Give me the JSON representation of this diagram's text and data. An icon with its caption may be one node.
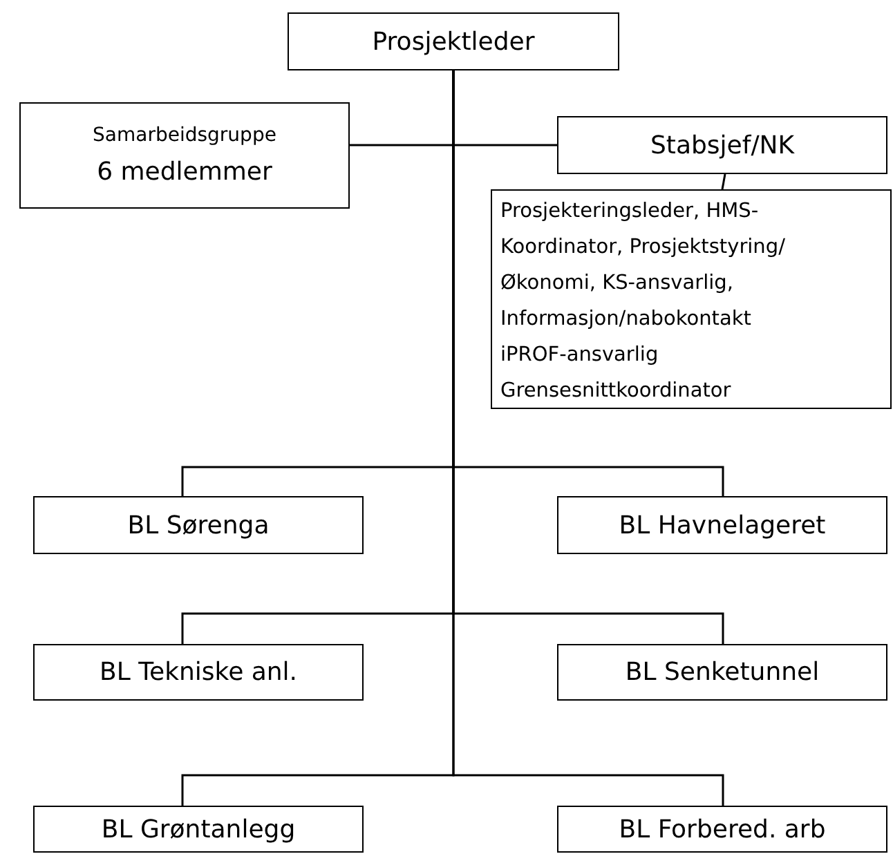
{
  "diagram": {
    "nodes": [
      {
        "text": [
          "Prosjektleder"
        ]
      },
      {
        "text": [
          "Samarbeidsgruppe",
          "6 medlemmer"
        ]
      },
      {
        "text": [
          "Stabsjef/NK"
        ]
      },
      {
        "text": [
          "Prosjekteringsleder, HMS-",
          "Koordinator, Prosjektstyring/",
          "Økonomi, KS-ansvarlig,",
          "Informasjon/nabokontakt",
          "iPROF-ansvarlig",
          "Grensesnittkoordinator"
        ]
      },
      {
        "text": [
          "BL Sørenga"
        ]
      },
      {
        "text": [
          "BL Havnelageret"
        ]
      },
      {
        "text": [
          "BL Tekniske anl."
        ]
      },
      {
        "text": [
          "BL Senketunnel"
        ]
      },
      {
        "text": [
          "BL Grøntanlegg"
        ]
      },
      {
        "text": [
          "BL Forbered. arb"
        ]
      }
    ],
    "edges": [
      {
        "from": 0,
        "to": 1,
        "arrow": "none"
      },
      {
        "from": 0,
        "to": 2,
        "arrow": "none"
      },
      {
        "from": 2,
        "to": 3,
        "arrow": "none"
      },
      {
        "from": 0,
        "to": 4,
        "arrow": "none"
      },
      {
        "from": 0,
        "to": 5,
        "arrow": "none"
      },
      {
        "from": 0,
        "to": 6,
        "arrow": "none"
      },
      {
        "from": 0,
        "to": 7,
        "arrow": "none"
      },
      {
        "from": 0,
        "to": 8,
        "arrow": "none"
      },
      {
        "from": 0,
        "to": 9,
        "arrow": "none"
      }
    ]
  }
}
